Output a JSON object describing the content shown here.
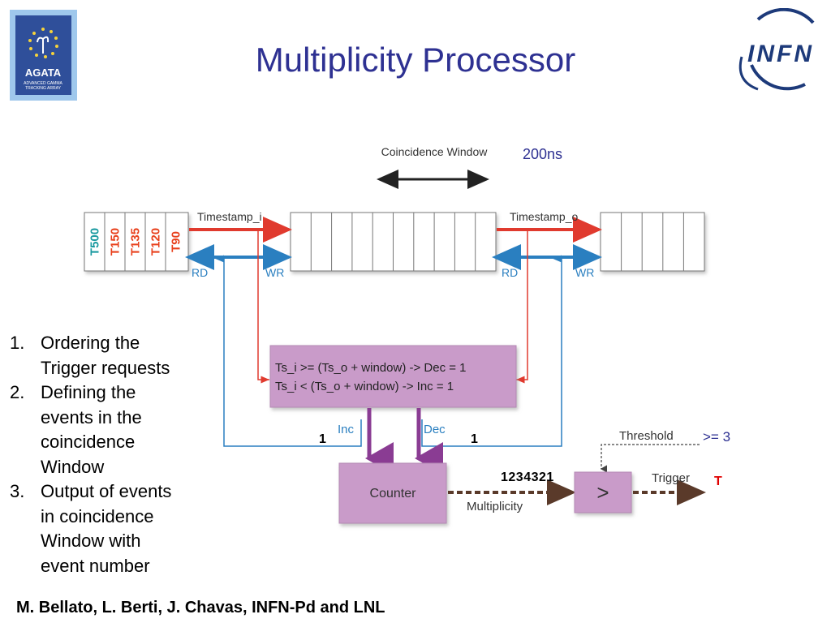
{
  "title": "Multiplicity Processor",
  "logos": {
    "left_text": "AGATA",
    "left_subtext": [
      "ADVANCED GAMMA",
      "TRACKING ARRAY"
    ],
    "right_text": "INFN"
  },
  "diagram": {
    "coincidence_window_label": "Coincidence Window",
    "window_value": "200ns",
    "timestamp_in_label": "Timestamp_i",
    "timestamp_out_label": "Timestamp_o",
    "rd_label": "RD",
    "wr_label": "WR",
    "trigger_requests": [
      {
        "label": "T500",
        "color": "#1a9aa0"
      },
      {
        "label": "T150",
        "color": "#e8401c"
      },
      {
        "label": "T135",
        "color": "#e8401c"
      },
      {
        "label": "T120",
        "color": "#e8401c"
      },
      {
        "label": "T90",
        "color": "#e8401c"
      }
    ],
    "condition_lines": [
      "Ts_i >= (Ts_o + window) -> Dec = 1",
      "Ts_i  <  (Ts_o + window) ->  Inc  = 1"
    ],
    "inc_label": "Inc",
    "dec_label": "Dec",
    "inc_value": "1",
    "dec_value": "1",
    "counter_label": "Counter",
    "comparator_label": ">",
    "multiplicity_label": "Multiplicity",
    "multiplicity_sequence": "1234321",
    "threshold_label": "Threshold",
    "threshold_value": ">= 3",
    "trigger_label": "Trigger",
    "trigger_output": "T"
  },
  "list": [
    {
      "num": "1.",
      "lines": [
        "Ordering the",
        "Trigger requests"
      ]
    },
    {
      "num": "2.",
      "lines": [
        "Defining the",
        "events in the",
        "coincidence",
        "Window"
      ]
    },
    {
      "num": "3.",
      "lines": [
        "Output of events",
        "in coincidence",
        "Window with",
        "event number"
      ]
    }
  ],
  "footer": "M. Bellato, L. Berti, J. Chavas,  INFN-Pd and LNL",
  "colors": {
    "title": "#2e3192",
    "red_arrow": "#e03a2e",
    "blue_arrow": "#2a7fc0",
    "purple_box": "#c99bc9",
    "purple_arrow": "#8a3c93",
    "agata_bg": "#2f4f9a"
  }
}
